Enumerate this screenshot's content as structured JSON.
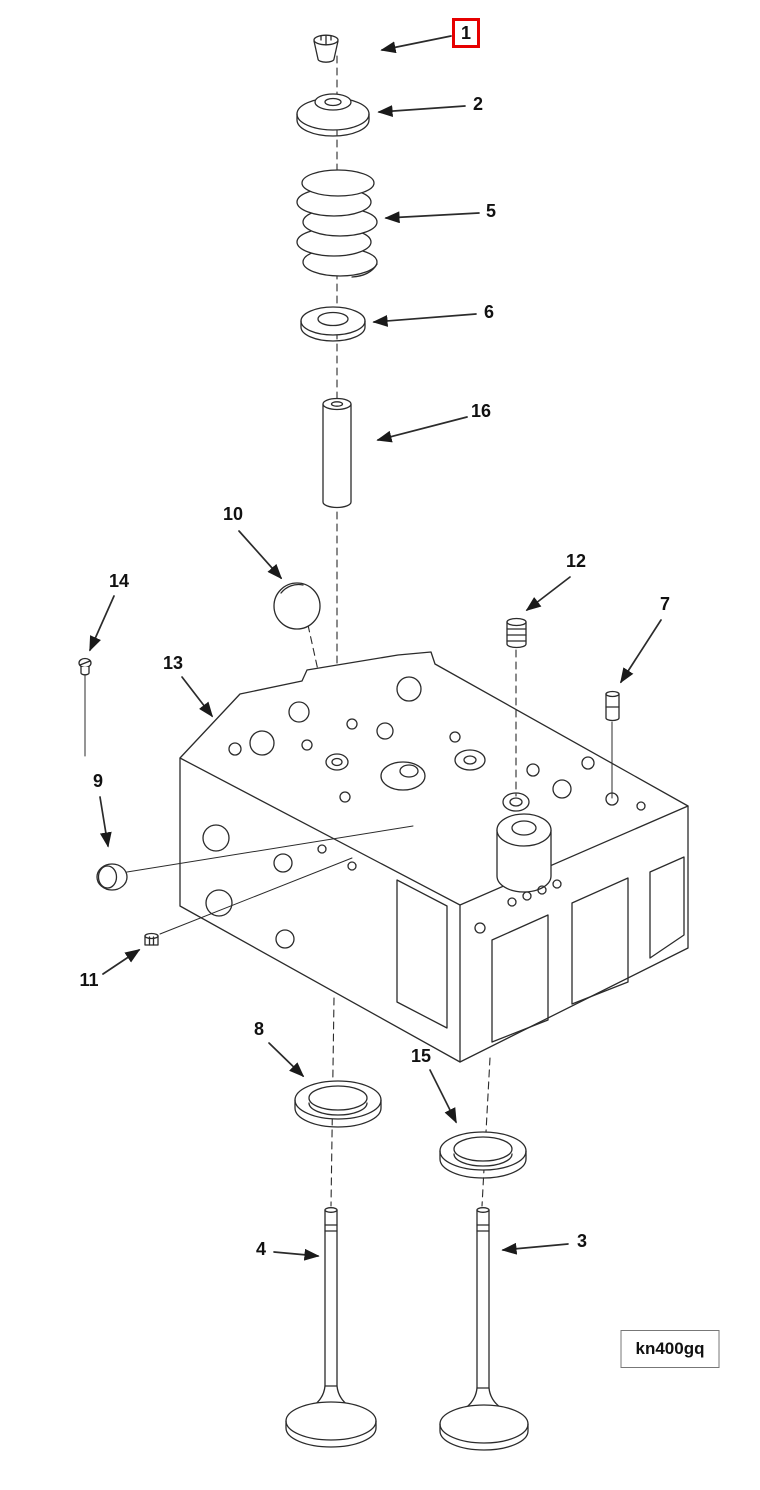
{
  "figure": {
    "code": "kn400gq",
    "highlighted_callout": "1",
    "colors": {
      "line": "#2b2b2b",
      "highlight": "#e60000",
      "text": "#111111",
      "background": "#ffffff"
    },
    "callouts": [
      {
        "label": "1",
        "part": "valve-collet",
        "highlighted": true
      },
      {
        "label": "2",
        "part": "valve-spring-retainer",
        "highlighted": false
      },
      {
        "label": "5",
        "part": "valve-spring",
        "highlighted": false
      },
      {
        "label": "6",
        "part": "valve-spring-seat",
        "highlighted": false
      },
      {
        "label": "16",
        "part": "valve-guide",
        "highlighted": false
      },
      {
        "label": "10",
        "part": "expansion-ball-plug",
        "highlighted": false
      },
      {
        "label": "12",
        "part": "threaded-plug",
        "highlighted": false
      },
      {
        "label": "7",
        "part": "dowel-pin",
        "highlighted": false
      },
      {
        "label": "14",
        "part": "screw",
        "highlighted": false
      },
      {
        "label": "13",
        "part": "cylinder-head",
        "highlighted": false
      },
      {
        "label": "9",
        "part": "cup-plug",
        "highlighted": false
      },
      {
        "label": "11",
        "part": "pipe-plug",
        "highlighted": false
      },
      {
        "label": "8",
        "part": "valve-seat-insert",
        "highlighted": false
      },
      {
        "label": "15",
        "part": "valve-seat-insert",
        "highlighted": false
      },
      {
        "label": "4",
        "part": "valve",
        "highlighted": false
      },
      {
        "label": "3",
        "part": "valve",
        "highlighted": false
      }
    ]
  }
}
